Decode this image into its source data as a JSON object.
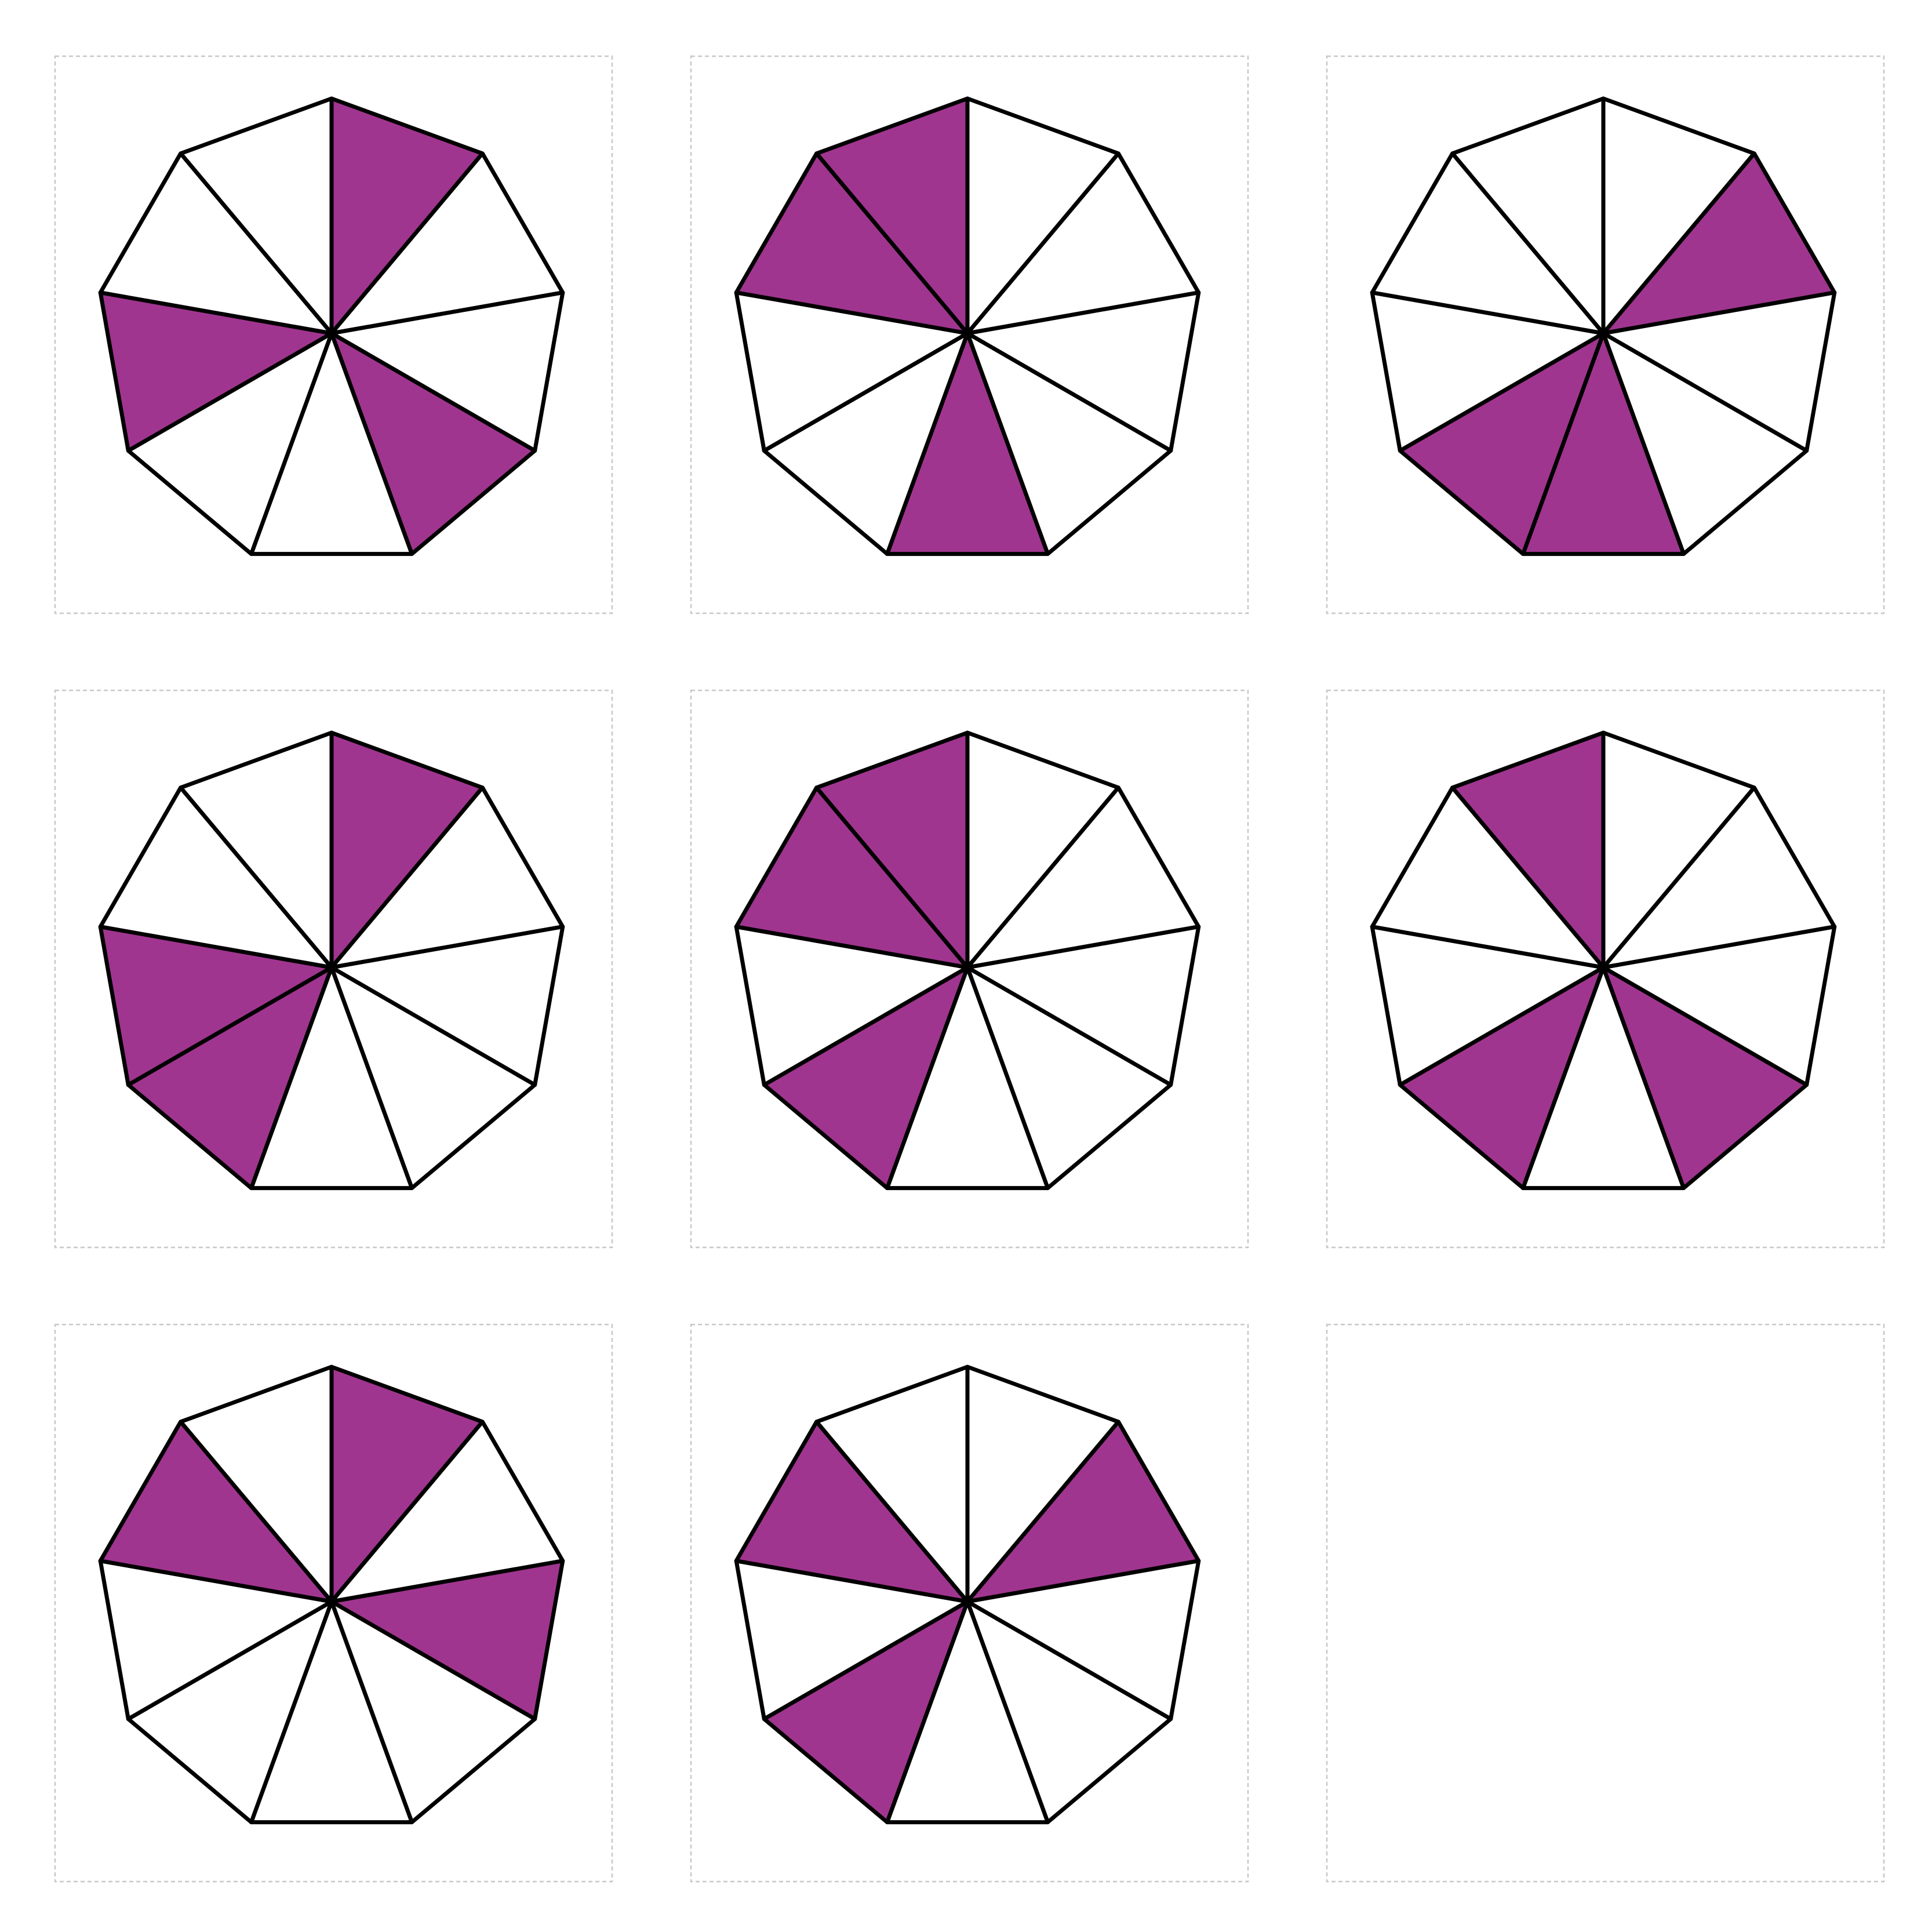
{
  "diagram": {
    "segments_per_shape": 9,
    "colors": {
      "fill": "#A0358F",
      "empty": "#FFFFFF",
      "stroke": "#000000",
      "panel_border": "#C8C8C8"
    },
    "panels": [
      {
        "shaded_segments": [
          0,
          3,
          6
        ]
      },
      {
        "shaded_segments": [
          4,
          7,
          8
        ]
      },
      {
        "shaded_segments": [
          1,
          4,
          5
        ]
      },
      {
        "shaded_segments": [
          0,
          5,
          6
        ]
      },
      {
        "shaded_segments": [
          5,
          7,
          8
        ]
      },
      {
        "shaded_segments": [
          3,
          5,
          8
        ]
      },
      {
        "shaded_segments": [
          0,
          2,
          7
        ]
      },
      {
        "shaded_segments": [
          1,
          5,
          7
        ]
      },
      {
        "shaded_segments": []
      }
    ]
  }
}
